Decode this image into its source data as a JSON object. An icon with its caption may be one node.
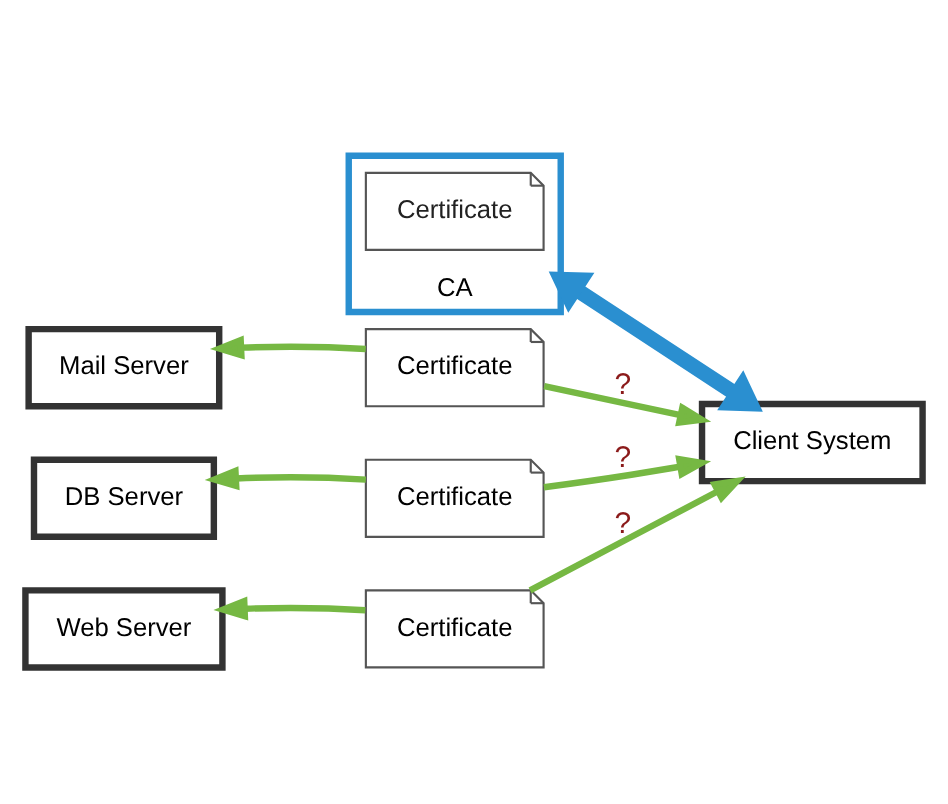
{
  "diagram": {
    "nodes": [
      {
        "text": [
          "CA"
        ]
      },
      {
        "text": [
          "Certificate"
        ],
        "in": 0
      },
      {
        "text": [
          "Client System"
        ]
      },
      {
        "text": [
          "Certificate"
        ]
      },
      {
        "text": [
          "Mail Server"
        ]
      },
      {
        "text": [
          "Certificate"
        ]
      },
      {
        "text": [
          "DB Server"
        ]
      },
      {
        "text": [
          "Certificate"
        ]
      },
      {
        "text": [
          "Web Server"
        ]
      }
    ],
    "edges": [
      {
        "from": 0,
        "to": 2,
        "arrow": "both",
        "style": "thick",
        "color": "#2a8fd0"
      },
      {
        "from": 3,
        "to": 2,
        "arrow": "to",
        "label": "?"
      },
      {
        "from": 3,
        "to": 4,
        "arrow": "to"
      },
      {
        "from": 5,
        "to": 2,
        "arrow": "to",
        "label": "?"
      },
      {
        "from": 5,
        "to": 6,
        "arrow": "to"
      },
      {
        "from": 7,
        "to": 2,
        "arrow": "to",
        "label": "?"
      },
      {
        "from": 7,
        "to": 8,
        "arrow": "to"
      }
    ]
  }
}
